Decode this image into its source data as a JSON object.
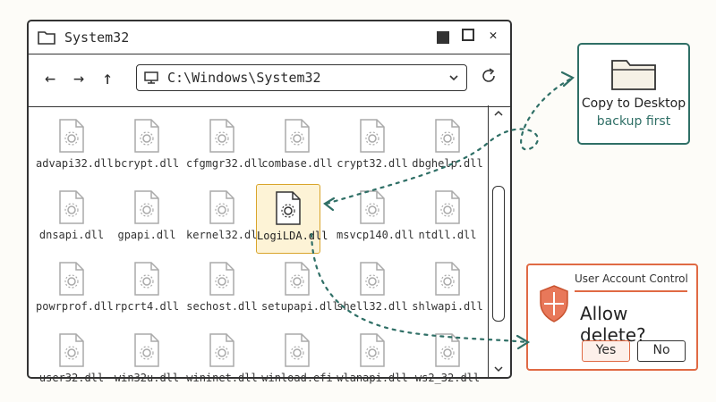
{
  "window": {
    "title": "System32",
    "address": "C:\\Windows\\System32"
  },
  "nav": {
    "back": "←",
    "forward": "→",
    "up": "↑"
  },
  "controls": {
    "close": "✕"
  },
  "files": [
    "advapi32.dll",
    "bcrypt.dll",
    "cfgmgr32.dll",
    "combase.dll",
    "crypt32.dll",
    "dbghelp.dll",
    "dnsapi.dll",
    "gpapi.dll",
    "kernel32.dll",
    "LogiLDA.dll",
    "msvcp140.dll",
    "ntdll.dll",
    "powrprof.dll",
    "rpcrt4.dll",
    "sechost.dll",
    "setupapi.dll",
    "shell32.dll",
    "shlwapi.dll",
    "user32.dll",
    "win32u.dll",
    "wininet.dll",
    "winload.efi",
    "wlanapi.dll",
    "ws2_32.dll"
  ],
  "selected_index": 9,
  "copy_callout": {
    "line1": "Copy to Desktop",
    "line2": "backup first"
  },
  "uac": {
    "title": "User Account Control",
    "question": "Allow delete?",
    "yes_label": "Yes",
    "no_label": "No"
  },
  "colors": {
    "teal": "#2f6f66",
    "orange": "#e06a44",
    "highlight": "#d9a52b"
  }
}
